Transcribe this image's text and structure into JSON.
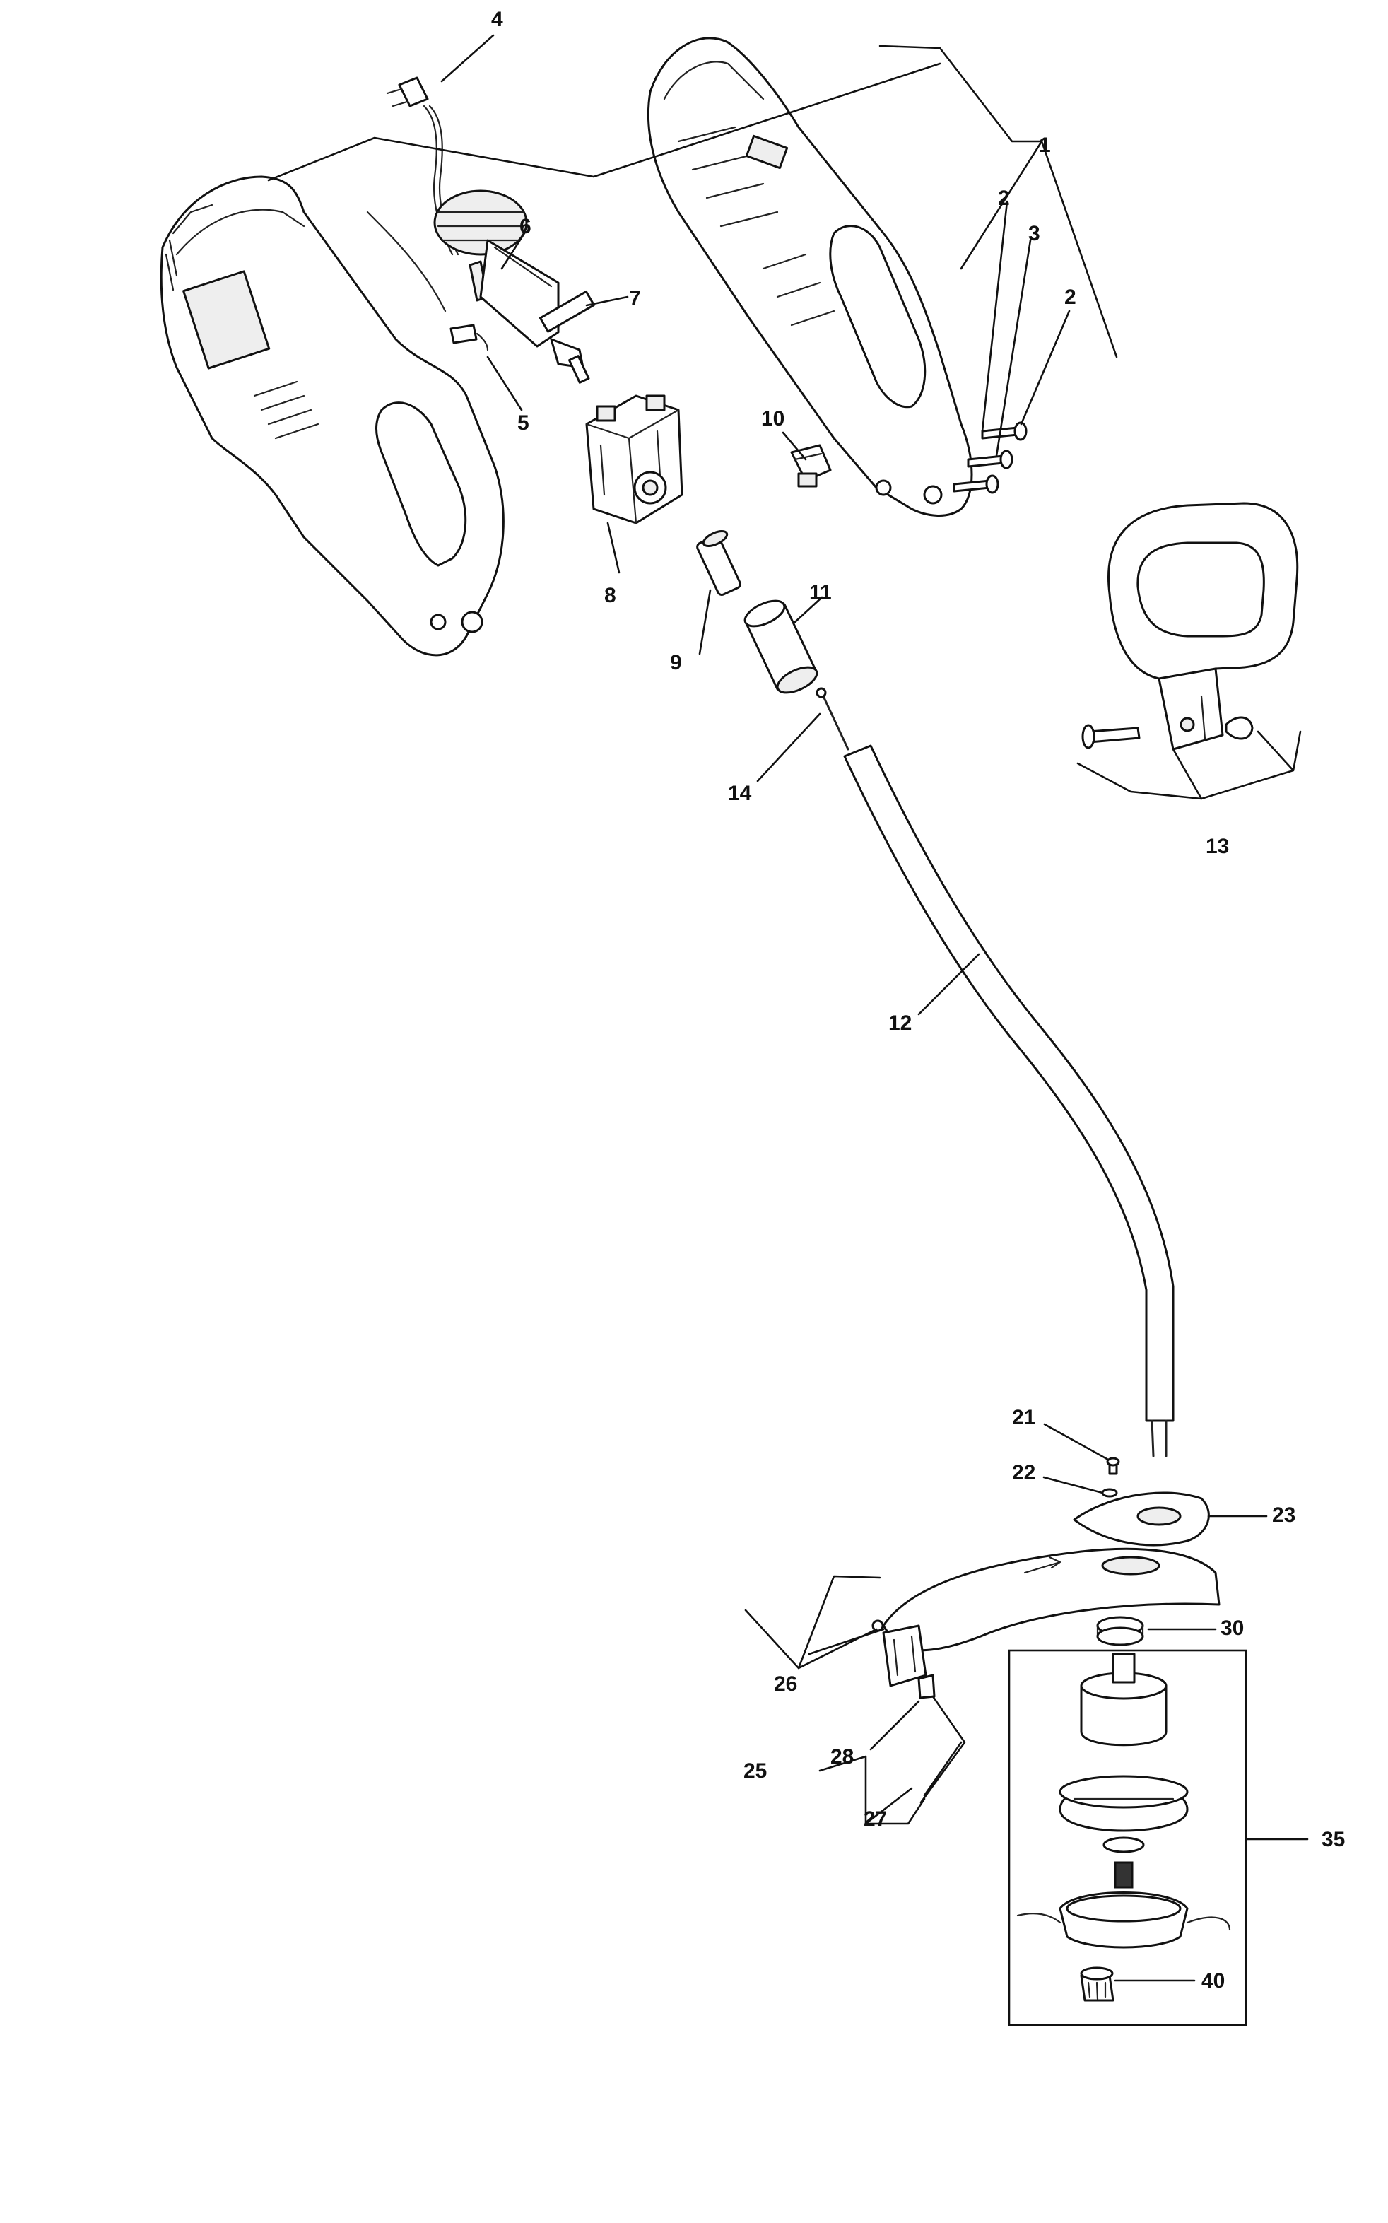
{
  "diagram": {
    "type": "exploded-parts-diagram",
    "callouts": [
      {
        "key": "c1",
        "label": "1"
      },
      {
        "key": "c2a",
        "label": "2"
      },
      {
        "key": "c2b",
        "label": "2"
      },
      {
        "key": "c3",
        "label": "3"
      },
      {
        "key": "c4",
        "label": "4"
      },
      {
        "key": "c5",
        "label": "5"
      },
      {
        "key": "c6",
        "label": "6"
      },
      {
        "key": "c7",
        "label": "7"
      },
      {
        "key": "c8",
        "label": "8"
      },
      {
        "key": "c9",
        "label": "9"
      },
      {
        "key": "c10",
        "label": "10"
      },
      {
        "key": "c11",
        "label": "11"
      },
      {
        "key": "c12",
        "label": "12"
      },
      {
        "key": "c13",
        "label": "13"
      },
      {
        "key": "c14",
        "label": "14"
      },
      {
        "key": "c21",
        "label": "21"
      },
      {
        "key": "c22",
        "label": "22"
      },
      {
        "key": "c23",
        "label": "23"
      },
      {
        "key": "c25",
        "label": "25"
      },
      {
        "key": "c26",
        "label": "26"
      },
      {
        "key": "c27",
        "label": "27"
      },
      {
        "key": "c28",
        "label": "28"
      },
      {
        "key": "c30",
        "label": "30"
      },
      {
        "key": "c35",
        "label": "35"
      },
      {
        "key": "c40",
        "label": "40"
      }
    ]
  }
}
